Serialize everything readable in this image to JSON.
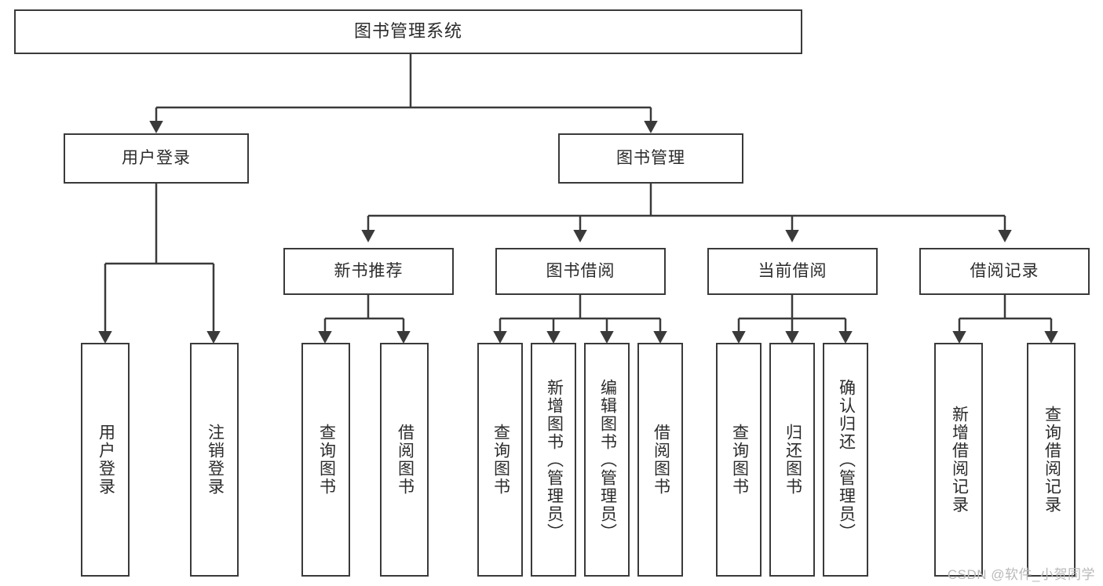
{
  "diagram": {
    "title": "图书管理系统",
    "type": "tree",
    "watermark": "CSDN @软件_小贺同学",
    "colors": {
      "stroke": "#3a3a3a",
      "fill": "#ffffff",
      "text": "#2b2b2b",
      "watermark": "#b9b9b9"
    },
    "nodes": {
      "root": {
        "label": "图书管理系统"
      },
      "level2": [
        {
          "label": "用户登录"
        },
        {
          "label": "图书管理"
        }
      ],
      "level3": [
        {
          "label": "新书推荐"
        },
        {
          "label": "图书借阅"
        },
        {
          "label": "当前借阅"
        },
        {
          "label": "借阅记录"
        }
      ],
      "leaves": {
        "user_login": [
          {
            "label": "用户登录"
          },
          {
            "label": "注销登录"
          }
        ],
        "new_book": [
          {
            "label": "查询图书"
          },
          {
            "label": "借阅图书"
          }
        ],
        "book_borrow": [
          {
            "label": "查询图书"
          },
          {
            "label": "新增图书（管理员）"
          },
          {
            "label": "编辑图书（管理员）"
          },
          {
            "label": "借阅图书"
          }
        ],
        "current_borrow": [
          {
            "label": "查询图书"
          },
          {
            "label": "归还图书"
          },
          {
            "label": "确认归还（管理员）"
          }
        ],
        "borrow_record": [
          {
            "label": "新增借阅记录"
          },
          {
            "label": "查询借阅记录"
          }
        ]
      }
    }
  }
}
